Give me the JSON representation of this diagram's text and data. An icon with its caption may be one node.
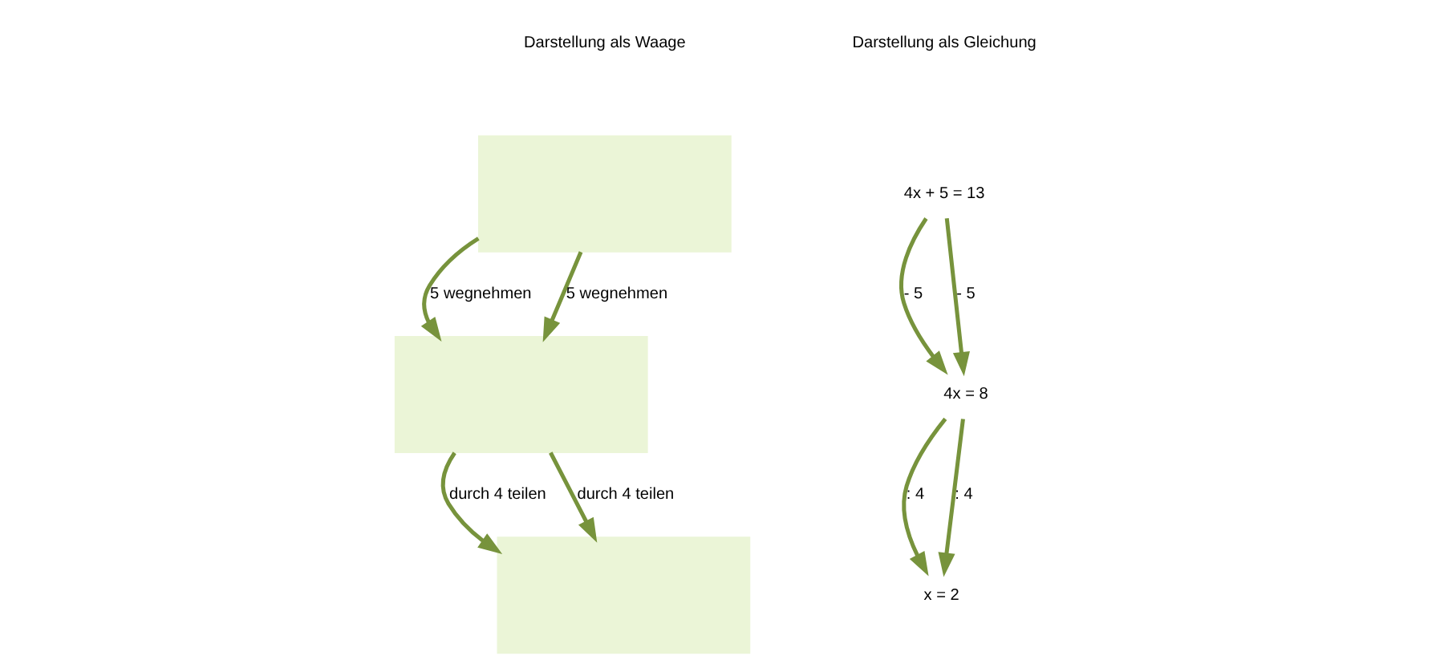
{
  "diagram": {
    "nodes": [
      {
        "text": [],
        "shape": "box"
      },
      {
        "text": [],
        "shape": "box"
      },
      {
        "text": [],
        "shape": "box"
      },
      {
        "text": [
          "4x + 5 = 13"
        ]
      },
      {
        "text": [
          "4x = 8"
        ]
      },
      {
        "text": [
          "x = 2"
        ]
      }
    ],
    "edges": [
      {
        "from": 0,
        "to": 1,
        "arrow": "to",
        "label": "5 wegnehmen"
      },
      {
        "from": 0,
        "to": 1,
        "arrow": "to",
        "label": "5 wegnehmen"
      },
      {
        "from": 1,
        "to": 2,
        "arrow": "to",
        "label": "durch 4 teilen"
      },
      {
        "from": 1,
        "to": 2,
        "arrow": "to",
        "label": "durch 4 teilen"
      },
      {
        "from": 3,
        "to": 4,
        "arrow": "to",
        "label": "- 5"
      },
      {
        "from": 3,
        "to": 4,
        "arrow": "to",
        "label": "- 5"
      },
      {
        "from": 4,
        "to": 5,
        "arrow": "to",
        "label": ": 4"
      },
      {
        "from": 4,
        "to": 5,
        "arrow": "to",
        "label": ": 4"
      }
    ],
    "labels": [
      "Darstellung als Waage",
      "Darstellung als Gleichung"
    ]
  }
}
